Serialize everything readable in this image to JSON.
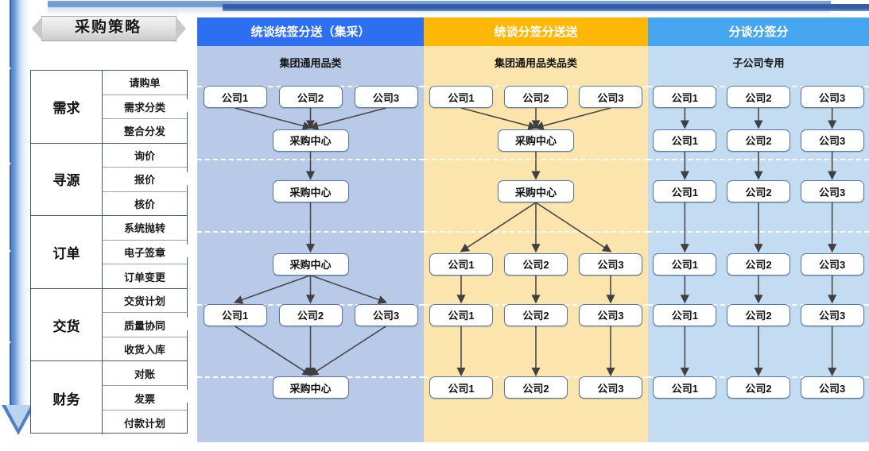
{
  "title": "采购策略",
  "left_arrow": {
    "name": "process-flow-arrow-down"
  },
  "top_arrow": {
    "name": "timeline-arrow-right"
  },
  "sidebar": {
    "groups": [
      {
        "name": "需求",
        "items": [
          "请购单",
          "需求分类",
          "整合分发"
        ]
      },
      {
        "name": "寻源",
        "items": [
          "询价",
          "报价",
          "核价"
        ]
      },
      {
        "name": "订单",
        "items": [
          "系统抛转",
          "电子签章",
          "订单变更"
        ]
      },
      {
        "name": "交货",
        "items": [
          "交货计划",
          "质量协同",
          "收货入库"
        ]
      },
      {
        "name": "财务",
        "items": [
          "对账",
          "发票",
          "付款计划"
        ]
      }
    ]
  },
  "columns": [
    {
      "key": "col1",
      "header": "统谈统签分送（集采）",
      "subheader": "集团通用品类",
      "header_color": "#2d6ff0",
      "body_color": "#b9c9e8",
      "sub_color": "#b9c9e8",
      "nodes": [
        {
          "label": "公司1",
          "row": 0,
          "lane": 0
        },
        {
          "label": "公司2",
          "row": 0,
          "lane": 1
        },
        {
          "label": "公司3",
          "row": 0,
          "lane": 2
        },
        {
          "label": "采购中心",
          "row": 0.6,
          "lane": 1,
          "wide": true
        },
        {
          "label": "采购中心",
          "row": 1.3,
          "lane": 1,
          "wide": true
        },
        {
          "label": "采购中心",
          "row": 2.3,
          "lane": 1,
          "wide": true
        },
        {
          "label": "公司1",
          "row": 3,
          "lane": 0
        },
        {
          "label": "公司2",
          "row": 3,
          "lane": 1
        },
        {
          "label": "公司3",
          "row": 3,
          "lane": 2
        },
        {
          "label": "采购中心",
          "row": 4,
          "lane": 1,
          "wide": true
        }
      ]
    },
    {
      "key": "col2",
      "header": "统谈分签分送送",
      "subheader": "集团通用品类品类",
      "header_color": "#ffb707",
      "body_color": "#fce5ac",
      "sub_color": "#fce5ac",
      "nodes": [
        {
          "label": "公司1",
          "row": 0,
          "lane": 0
        },
        {
          "label": "公司2",
          "row": 0,
          "lane": 1
        },
        {
          "label": "公司3",
          "row": 0,
          "lane": 2
        },
        {
          "label": "采购中心",
          "row": 0.6,
          "lane": 1,
          "wide": true
        },
        {
          "label": "采购中心",
          "row": 1.3,
          "lane": 1,
          "wide": true
        },
        {
          "label": "公司1",
          "row": 2.3,
          "lane": 0
        },
        {
          "label": "公司2",
          "row": 2.3,
          "lane": 1
        },
        {
          "label": "公司3",
          "row": 2.3,
          "lane": 2
        },
        {
          "label": "公司1",
          "row": 3,
          "lane": 0
        },
        {
          "label": "公司2",
          "row": 3,
          "lane": 1
        },
        {
          "label": "公司3",
          "row": 3,
          "lane": 2
        },
        {
          "label": "公司1",
          "row": 4,
          "lane": 0
        },
        {
          "label": "公司2",
          "row": 4,
          "lane": 1
        },
        {
          "label": "公司3",
          "row": 4,
          "lane": 2
        }
      ]
    },
    {
      "key": "col3",
      "header": "分谈分签分",
      "subheader": "子公司专用",
      "header_color": "#46a6f0",
      "body_color": "#c4dcf2",
      "sub_color": "#c4dcf2",
      "nodes": [
        {
          "label": "公司1",
          "row": 0,
          "lane": 0
        },
        {
          "label": "公司2",
          "row": 0,
          "lane": 1
        },
        {
          "label": "公司3",
          "row": 0,
          "lane": 2
        },
        {
          "label": "公司1",
          "row": 0.6,
          "lane": 0
        },
        {
          "label": "公司2",
          "row": 0.6,
          "lane": 1
        },
        {
          "label": "公司3",
          "row": 0.6,
          "lane": 2
        },
        {
          "label": "公司1",
          "row": 1.3,
          "lane": 0
        },
        {
          "label": "公司2",
          "row": 1.3,
          "lane": 1
        },
        {
          "label": "公司3",
          "row": 1.3,
          "lane": 2
        },
        {
          "label": "公司1",
          "row": 2.3,
          "lane": 0
        },
        {
          "label": "公司2",
          "row": 2.3,
          "lane": 1
        },
        {
          "label": "公司3",
          "row": 2.3,
          "lane": 2
        },
        {
          "label": "公司1",
          "row": 3,
          "lane": 0
        },
        {
          "label": "公司2",
          "row": 3,
          "lane": 1
        },
        {
          "label": "公司3",
          "row": 3,
          "lane": 2
        },
        {
          "label": "公司1",
          "row": 4,
          "lane": 0
        },
        {
          "label": "公司2",
          "row": 4,
          "lane": 1
        },
        {
          "label": "公司3",
          "row": 4,
          "lane": 2
        }
      ]
    }
  ],
  "edges": {
    "col1": [
      [
        0,
        3
      ],
      [
        1,
        3
      ],
      [
        2,
        3
      ],
      [
        3,
        4
      ],
      [
        4,
        5
      ],
      [
        5,
        6
      ],
      [
        5,
        7
      ],
      [
        5,
        8
      ],
      [
        6,
        9
      ],
      [
        7,
        9
      ],
      [
        8,
        9
      ]
    ],
    "col2": [
      [
        0,
        3
      ],
      [
        1,
        3
      ],
      [
        2,
        3
      ],
      [
        3,
        4
      ],
      [
        4,
        5
      ],
      [
        4,
        6
      ],
      [
        4,
        7
      ],
      [
        5,
        8
      ],
      [
        6,
        9
      ],
      [
        7,
        10
      ],
      [
        8,
        11
      ],
      [
        9,
        12
      ],
      [
        10,
        13
      ]
    ],
    "col3": [
      [
        0,
        3
      ],
      [
        1,
        4
      ],
      [
        2,
        5
      ],
      [
        3,
        6
      ],
      [
        4,
        7
      ],
      [
        5,
        8
      ],
      [
        6,
        9
      ],
      [
        7,
        10
      ],
      [
        8,
        11
      ],
      [
        9,
        12
      ],
      [
        10,
        13
      ],
      [
        11,
        14
      ],
      [
        12,
        15
      ],
      [
        13,
        16
      ],
      [
        14,
        17
      ]
    ]
  }
}
